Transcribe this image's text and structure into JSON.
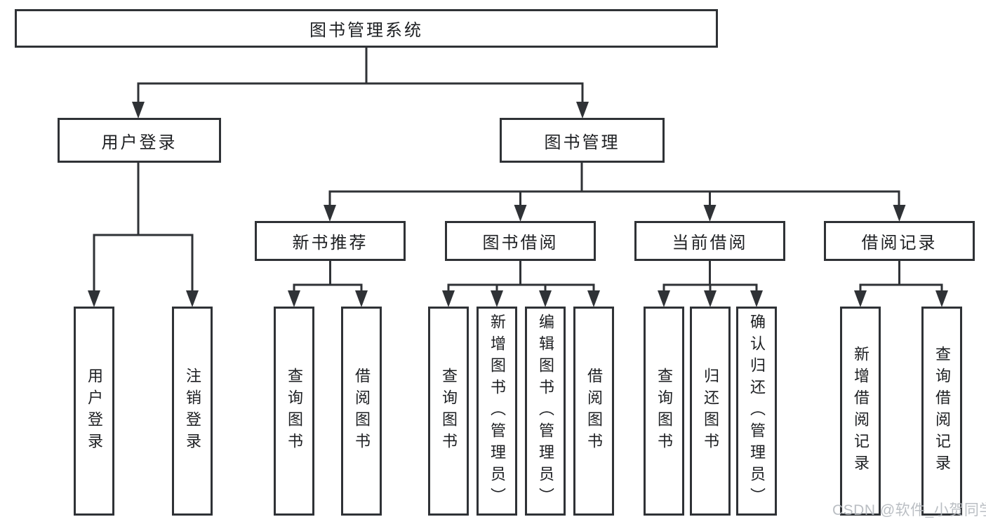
{
  "diagram_type": "hierarchy-tree",
  "colors": {
    "line": "#2f3236",
    "box_border": "#2f3236",
    "text": "#1d1f22",
    "background": "#ffffff",
    "watermark": "#b3b8bd"
  },
  "tree": {
    "root": {
      "label": "图书管理系统",
      "children": [
        {
          "label": "用户登录",
          "children": [
            {
              "label": "用户登录"
            },
            {
              "label": "注销登录"
            }
          ]
        },
        {
          "label": "图书管理",
          "children": [
            {
              "label": "新书推荐",
              "children": [
                {
                  "label": "查询图书"
                },
                {
                  "label": "借阅图书"
                }
              ]
            },
            {
              "label": "图书借阅",
              "children": [
                {
                  "label": "查询图书"
                },
                {
                  "label": "新增图书（管理员）"
                },
                {
                  "label": "编辑图书（管理员）"
                },
                {
                  "label": "借阅图书"
                }
              ]
            },
            {
              "label": "当前借阅",
              "children": [
                {
                  "label": "查询图书"
                },
                {
                  "label": "归还图书"
                },
                {
                  "label": "确认归还（管理员）"
                }
              ]
            },
            {
              "label": "借阅记录",
              "children": [
                {
                  "label": "新增借阅记录"
                },
                {
                  "label": "查询借阅记录"
                }
              ]
            }
          ]
        }
      ]
    }
  },
  "watermark": {
    "text": "CSDN @软件_小贺同学"
  }
}
